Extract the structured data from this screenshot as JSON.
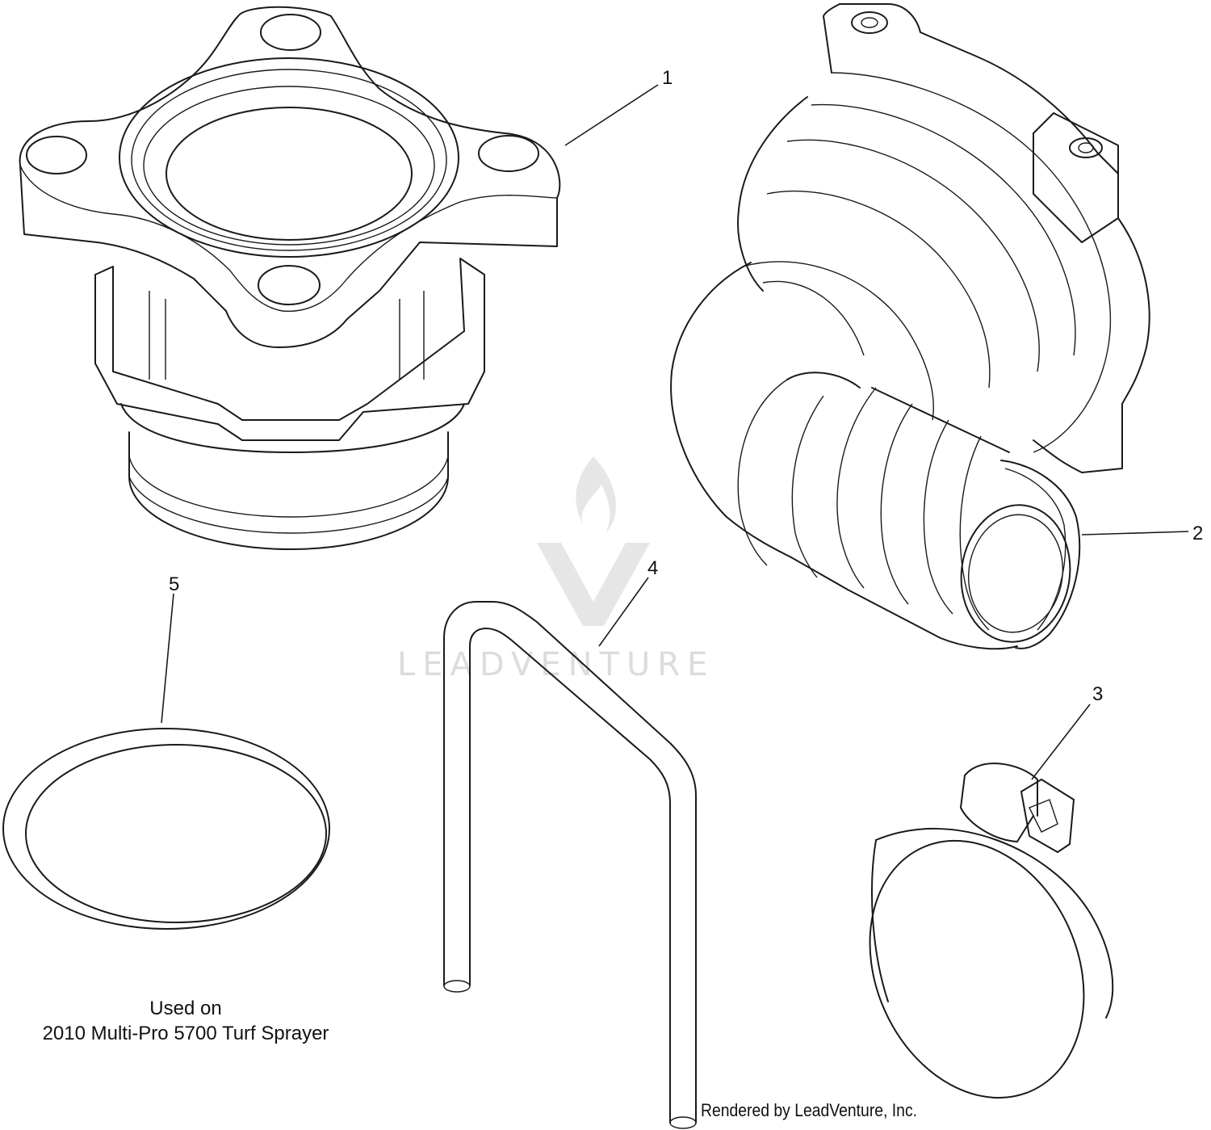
{
  "callouts": [
    {
      "number": "1",
      "part": "filter-head"
    },
    {
      "number": "2",
      "part": "elbow-fitting"
    },
    {
      "number": "3",
      "part": "hose-clamp"
    },
    {
      "number": "4",
      "part": "hose-tube"
    },
    {
      "number": "5",
      "part": "o-ring"
    }
  ],
  "caption": {
    "line1": "Used on",
    "line2": "2010 Multi-Pro 5700 Turf Sprayer"
  },
  "credit": "Rendered by LeadVenture, Inc.",
  "watermark": {
    "text": "LEADVENTURE",
    "color": "#dcdcdc"
  },
  "colors": {
    "line": "#1a1a1a",
    "background": "#ffffff"
  }
}
